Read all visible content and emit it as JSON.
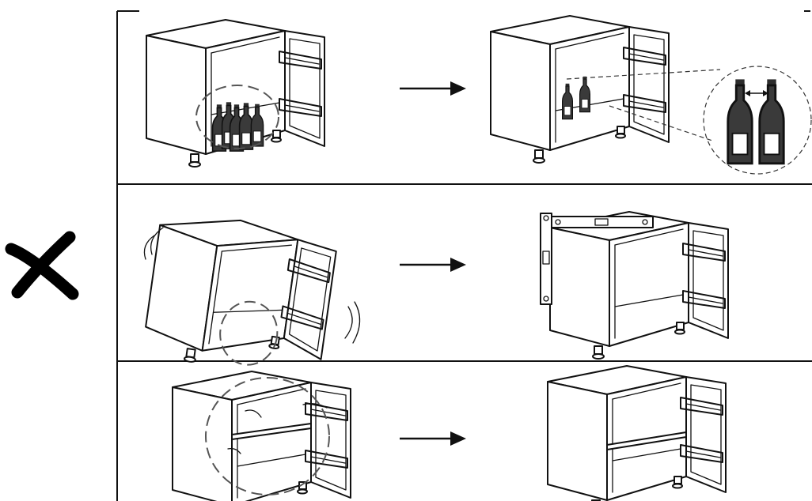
{
  "panels": [
    {
      "id": "bottles-spacing",
      "before": "bottles-touching",
      "after": "bottles-separated"
    },
    {
      "id": "levelling",
      "before": "fridge-tilted",
      "after": "fridge-levelled"
    },
    {
      "id": "door-shelves",
      "before": "shelves-rattling",
      "after": "shelves-secured"
    }
  ],
  "icons": {
    "wrong_mark": "cross-icon",
    "transition": "arrow-right-icon",
    "measuring_tool": "spirit-level-icon"
  },
  "colors": {
    "line": "#111111",
    "bottle": "#3a3a3a",
    "dashed_highlight": "#555555"
  }
}
